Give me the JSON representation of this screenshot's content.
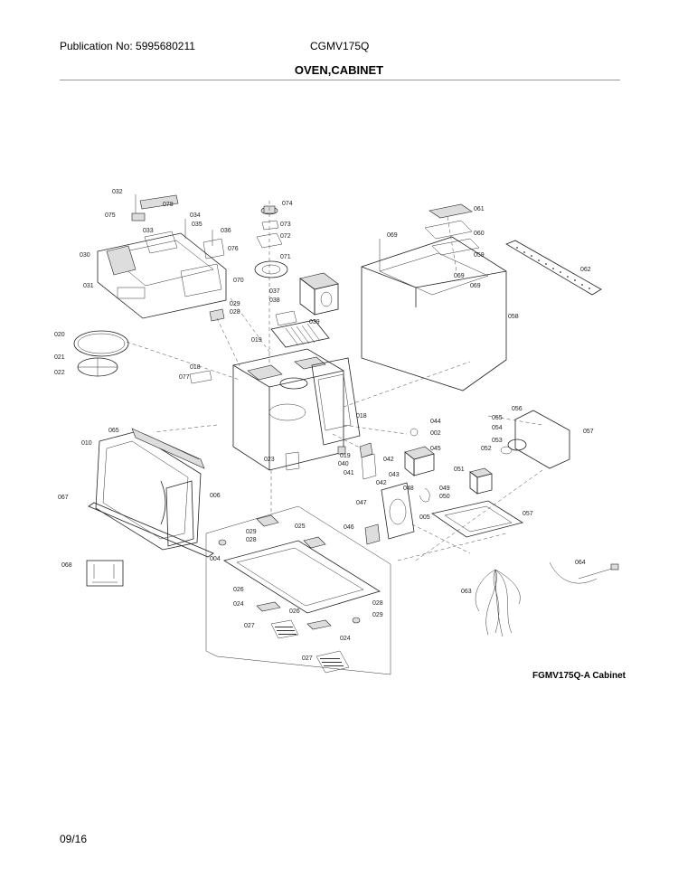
{
  "header": {
    "publication": "Publication No: 5995680211",
    "model": "CGMV175Q",
    "section_title": "OVEN,CABINET"
  },
  "diagram": {
    "caption": "FGMV175Q-A Cabinet",
    "part_labels": {
      "p032": "032",
      "p078": "078",
      "p075": "075",
      "p034": "034",
      "p035": "035",
      "p033": "033",
      "p036": "036",
      "p076": "076",
      "p030": "030",
      "p031": "031",
      "p029a": "029",
      "p028a": "028",
      "p074": "074",
      "p073": "073",
      "p072": "072",
      "p071": "071",
      "p070": "070",
      "p037": "037",
      "p038": "038",
      "p039": "039",
      "p061": "061",
      "p069a": "069",
      "p060": "060",
      "p059": "059",
      "p069b": "069",
      "p069c": "069",
      "p062": "062",
      "p058": "058",
      "p020": "020",
      "p021": "021",
      "p022": "022",
      "p019a": "019",
      "p018a": "018",
      "p077": "077",
      "p018b": "018",
      "p065": "065",
      "p010": "010",
      "p023": "023",
      "p019b": "019",
      "p040": "040",
      "p042a": "042",
      "p041": "041",
      "p043": "043",
      "p042b": "042",
      "p044": "044",
      "p002": "002",
      "p045": "045",
      "p056": "056",
      "p055": "055",
      "p054": "054",
      "p053": "053",
      "p052": "052",
      "p057a": "057",
      "p051": "051",
      "p049": "049",
      "p050": "050",
      "p048": "048",
      "p047": "047",
      "p046": "046",
      "p005": "005",
      "p057b": "057",
      "p006": "006",
      "p067": "067",
      "p025": "025",
      "p029b": "029",
      "p028b": "028",
      "p004": "004",
      "p068": "068",
      "p026a": "026",
      "p024a": "024",
      "p027a": "027",
      "p026b": "026",
      "p028c": "028",
      "p029c": "029",
      "p024b": "024",
      "p027b": "027",
      "p064": "064",
      "p063": "063"
    }
  },
  "footer": {
    "date": "09/16"
  }
}
